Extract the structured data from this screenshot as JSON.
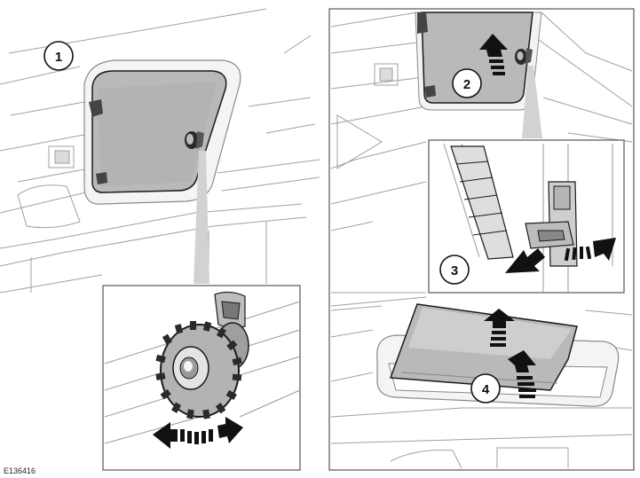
{
  "figure": {
    "code": "E136416",
    "step_labels": [
      "1",
      "2",
      "3",
      "4"
    ]
  },
  "colors": {
    "line": "#9a9a9a",
    "dark_line": "#1a1a1a",
    "glass": "#b9b9b9",
    "glass_shade": "#a4a4a4",
    "arrow": "#111111",
    "frame": "#555555"
  },
  "icons": {
    "step_badge": "circled-number",
    "rotate_arrow": "curved-double-arrow",
    "push_arrow": "striped-arrow",
    "knob": "tyre-like-rotary-knob",
    "hinge": "hinge-bracket"
  }
}
